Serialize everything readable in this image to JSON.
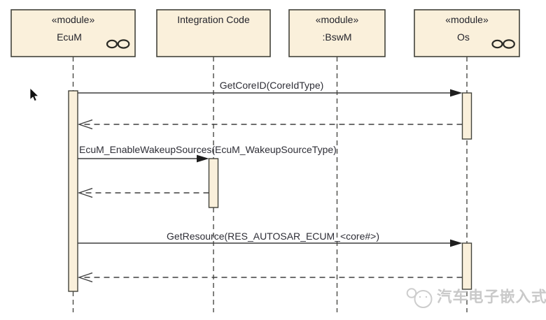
{
  "diagram": {
    "kind": "uml-sequence-diagram",
    "participants": [
      {
        "line1": "«module»",
        "line2": "EcuM",
        "icon": "assembly-connector-icon"
      },
      {
        "line1": "Integration Code",
        "line2": "",
        "icon": null
      },
      {
        "line1": "«module»",
        "line2": ":BswM",
        "icon": null
      },
      {
        "line1": "«module»",
        "line2": "Os",
        "icon": "assembly-connector-icon"
      }
    ],
    "messages": [
      {
        "label": "GetCoreID(CoreIdType)",
        "type": "synchronous-call",
        "from": "EcuM",
        "to": "Os"
      },
      {
        "label": "",
        "type": "return",
        "from": "Os",
        "to": "EcuM"
      },
      {
        "label": "EcuM_EnableWakeupSources(EcuM_WakeupSourceType)",
        "type": "synchronous-call",
        "from": "EcuM",
        "to": "Integration Code"
      },
      {
        "label": "",
        "type": "return",
        "from": "Integration Code",
        "to": "EcuM"
      },
      {
        "label": "GetResource(RES_AUTOSAR_ECUM_<core#>)",
        "type": "synchronous-call",
        "from": "EcuM",
        "to": "Os"
      },
      {
        "label": "",
        "type": "return",
        "from": "Os",
        "to": "EcuM"
      }
    ],
    "watermark": {
      "text": "汽车电子嵌入式",
      "logo": "mascot-logo-icon"
    },
    "colors": {
      "box_fill": "#FAF0DB",
      "box_border": "#43433B",
      "lifeline": "#4B4B46",
      "message_line": "#3F3F3F",
      "text": "#23232B",
      "watermark": "#C9C9C9",
      "background": "#FFFFFF"
    }
  }
}
